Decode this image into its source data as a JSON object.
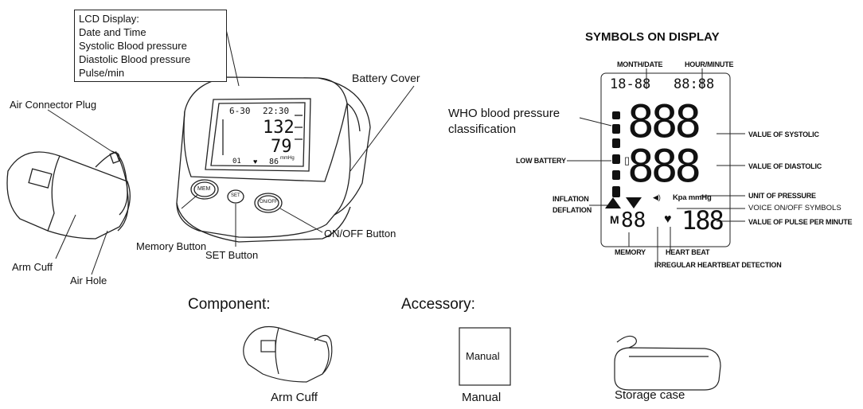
{
  "left": {
    "lcd_box": {
      "lines": [
        "LCD Display:",
        "Date and Time",
        "Systolic Blood pressure",
        "Diastolic Blood pressure",
        "Pulse/min"
      ]
    },
    "labels": {
      "battery_cover": "Battery Cover",
      "air_connector_plug": "Air Connector Plug",
      "memory_button": "Memory  Button",
      "set_button": "SET Button",
      "onoff_button": "ON/OFF Button",
      "arm_cuff": "Arm Cuff",
      "air_hole": "Air Hole"
    },
    "device_screen": {
      "date": "6-30",
      "time": "22:30",
      "systolic": "132",
      "diastolic": "79",
      "unit": "mmHg",
      "memory": "01",
      "pulse": "86"
    },
    "buttons": {
      "mem": "MEM",
      "set": "SET",
      "onoff": "ON/OFF"
    }
  },
  "symbols": {
    "title": "SYMBOLS ON DISPLAY",
    "month_date": "MONTH/DATE",
    "hour_minute": "HOUR/MINUTE",
    "who_line1": "WHO blood pressure",
    "who_line2": "classification",
    "low_battery": "LOW BATTERY",
    "inflation": "INFLATION",
    "deflation": "DEFLATION",
    "value_systolic": "VALUE OF SYSTOLIC",
    "value_diastolic": "VALUE OF DIASTOLIC",
    "unit_pressure": "UNIT OF PRESSURE",
    "voice": "VOICE ON/OFF SYMBOLS",
    "value_pulse": "VALUE OF PULSE PER MINUTE",
    "memory": "MEMORY",
    "heart_beat": "HEART BEAT",
    "irregular": "IRREGULAR HEARTBEAT DETECTION",
    "lcd": {
      "date": "18-88",
      "time": "88:88",
      "systolic": "888",
      "diastolic": "888",
      "units": "Kpa mmHg",
      "m": "M",
      "mem": "88",
      "pulse": "188"
    }
  },
  "bottom": {
    "component": "Component:",
    "accessory": "Accessory:",
    "arm_cuff": "Arm Cuff",
    "manual_inside": "Manual",
    "manual": "Manual",
    "storage": "Storage case"
  }
}
